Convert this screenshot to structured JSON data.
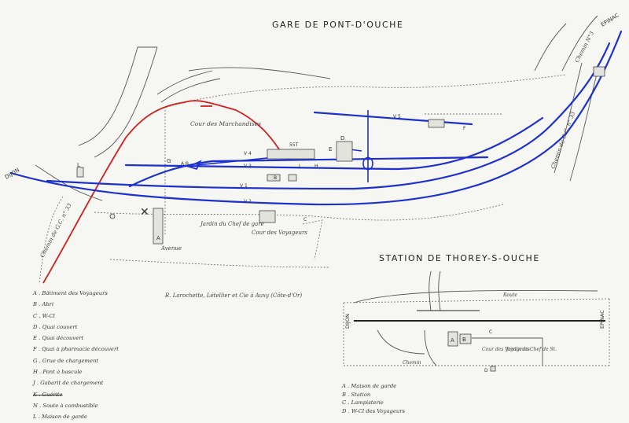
{
  "titles": {
    "pont": "GARE DE PONT-D'OUCHE",
    "thorey": "STATION DE THOREY-S-OUCHE"
  },
  "colors": {
    "track": "#1c2fcf",
    "old_line": "#d01e1e",
    "paper": "#f6f6f2",
    "ink": "#444444"
  },
  "pont_labels": {
    "dijon": "DIJON",
    "epinac": "EPINAC",
    "chemin_left": "Chemin de G.C. n° 33",
    "chemin_top_right": "Chemin N°3",
    "chemin_right": "Chemin de G.C. n° 33",
    "cour_marchandises": "Cour des Marchandises",
    "cour_voyageurs": "Cour des Voyageurs",
    "jardin": "Jardin du Chef de gare",
    "avenue": "Avenue",
    "v1": "V 1",
    "v2": "V 2",
    "v3": "V 3",
    "v4": "V 4",
    "v5": "V 5",
    "a": "A",
    "b": "B",
    "c": "C",
    "e": "E",
    "d": "D",
    "f": "F",
    "g": "G",
    "h": "H",
    "j": "J",
    "l": "L",
    "aiguille_label": "A.B",
    "quai_length": "55T",
    "signature": "R. Larochette, Létellier et Cie à Auxy (Côte-d'Or)"
  },
  "pont_legend": [
    "A . Bâtiment des Voyageurs",
    "B . Abri",
    "C . W-Cl",
    "D . Quai couvert",
    "E . Quai découvert",
    "F . Quai à pharmacie découvert",
    "G . Grue de chargement",
    "H . Pont à bascule",
    "J . Gabarit de chargement",
    "K . Guérite",
    "N . Soute à combustible",
    "L . Maison de garde"
  ],
  "thorey_labels": {
    "dijon": "DIJON",
    "epinac": "EPINAC",
    "chemin": "Chemin",
    "a": "A",
    "b": "B",
    "c": "C",
    "d": "D",
    "cour_voyageurs": "Cour des Voyageurs",
    "jardin": "Jardin du Chef de St.",
    "route": "Route"
  },
  "thorey_legend": [
    "A . Maison de garde",
    "B . Station",
    "C . Lampisterie",
    "D . W-Cl des Voyageurs"
  ]
}
